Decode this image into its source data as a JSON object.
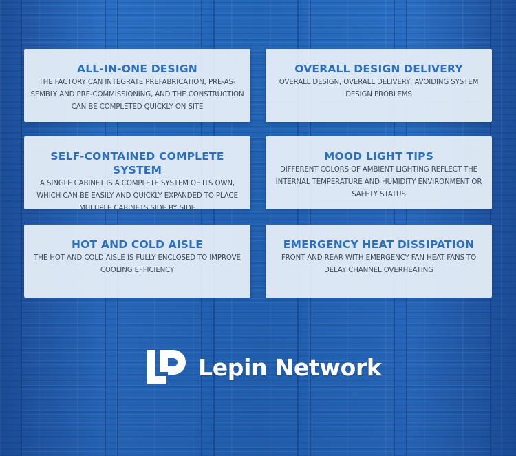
{
  "cards": [
    {
      "title": "ALL-IN-ONE DESIGN",
      "line1": "THE FACTORY CAN INTEGRATE PREFABRICATION, PRE-AS-",
      "line2": "SEMBLY AND PRE-COMMISSIONING, AND THE CONSTRUCTION",
      "line3": "CAN BE COMPLETED QUICKLY ON SITE"
    },
    {
      "title": "OVERALL DESIGN DELIVERY",
      "line1": "OVERALL DESIGN, OVERALL DELIVERY, AVOIDING SYSTEM",
      "line2": "DESIGN PROBLEMS",
      "line3": ""
    },
    {
      "title": "SELF-CONTAINED COMPLETE SYSTEM",
      "line1": "A SINGLE CABINET IS A COMPLETE SYSTEM OF ITS OWN,",
      "line2": "WHICH CAN BE EASILY AND QUICKLY EXPANDED TO PLACE",
      "line3": "MULTIPLE CABINETS SIDE BY SIDE"
    },
    {
      "title": "MOOD LIGHT TIPS",
      "line1": "DIFFERENT COLORS OF AMBIENT LIGHTING REFLECT THE",
      "line2": "INTERNAL TEMPERATURE AND HUMIDITY ENVIRONMENT OR",
      "line3": "SAFETY STATUS"
    },
    {
      "title": "HOT AND COLD AISLE",
      "line1": "THE HOT AND COLD AISLE IS FULLY ENCLOSED TO IMPROVE",
      "line2": "COOLING EFFICIENCY",
      "line3": ""
    },
    {
      "title": "EMERGENCY HEAT DISSIPATION",
      "line1": "FRONT AND REAR WITH EMERGENCY FAN HEAT FANS TO",
      "line2": "DELAY CHANNEL OVERHEATING",
      "line3": ""
    }
  ],
  "brand": {
    "name": "Lepin Network",
    "logo_icon": "lp-logo-icon"
  },
  "colors": {
    "title": "#2a70c0",
    "body_text": "#3f4b5c",
    "background": "#1f5fb0",
    "card": "#ecf2fa"
  }
}
